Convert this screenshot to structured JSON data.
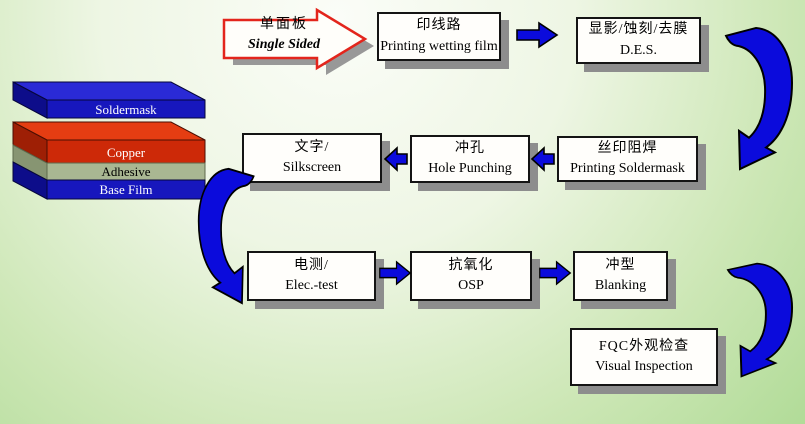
{
  "diagram": {
    "description": "Single-sided flexible PCB manufacturing process flow",
    "title_arrow": {
      "zh": "单面板",
      "en": "Single Sided"
    },
    "boxes": [
      {
        "id": "printing-wiring-film",
        "zh": "印线路",
        "en": "Printing wetting film"
      },
      {
        "id": "des",
        "zh": "显影/蚀刻/去膜",
        "en": "D.E.S."
      },
      {
        "id": "printing-soldermask",
        "zh": "丝印阻焊",
        "en": "Printing Soldermask"
      },
      {
        "id": "hole-punching",
        "zh": "冲孔",
        "en": "Hole Punching"
      },
      {
        "id": "silkscreen",
        "zh": "文字/",
        "en": "Silkscreen"
      },
      {
        "id": "elec-test",
        "zh": "电测/",
        "en": "Elec.-test"
      },
      {
        "id": "osp",
        "zh": "抗氧化",
        "en": "OSP"
      },
      {
        "id": "blanking",
        "zh": "冲型",
        "en": "Blanking"
      },
      {
        "id": "fqc",
        "zh": "FQC外观检查",
        "en": "Visual Inspection"
      }
    ],
    "stack_layers": [
      {
        "label": "Soldermask",
        "front": "#1717bd",
        "top": "#2a2ad6",
        "side": "#0d0d8a",
        "text_color": "#ffffff"
      },
      {
        "label": "Copper",
        "front": "#cd2908",
        "top": "#e53d12",
        "side": "#9e1f05",
        "text_color": "#ffffff"
      },
      {
        "label": "Adhesive",
        "front": "#a9b792",
        "top": "#b9c6a2",
        "side": "#879572",
        "text_color": "#000000"
      },
      {
        "label": "Base Film",
        "front": "#1717bd",
        "top": "#2a2ad6",
        "side": "#0d0d8a",
        "text_color": "#ffffff"
      }
    ],
    "colors": {
      "arrow_blue": "#0b0bdc",
      "arrow_outline": "#000000",
      "red_arrow_border": "#e3251c",
      "red_arrow_fill": "#fffefa",
      "shadow_gray": "#8d8d8d"
    }
  }
}
